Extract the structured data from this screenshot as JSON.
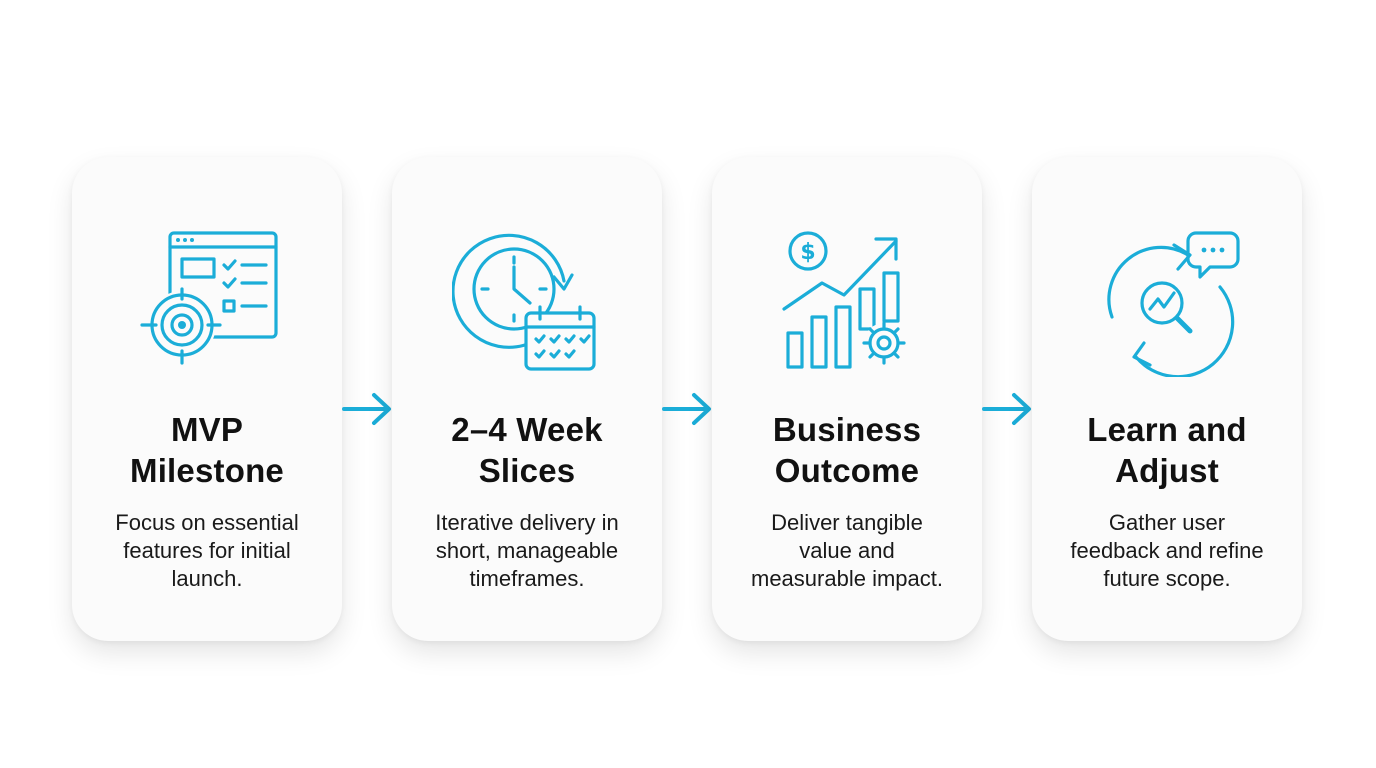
{
  "accent_color": "#1badd8",
  "steps": [
    {
      "icon": "target-checklist-icon",
      "title_lines": [
        "MVP",
        "Milestone"
      ],
      "desc_lines": [
        "Focus on essential",
        "features for initial",
        "launch."
      ]
    },
    {
      "icon": "clock-calendar-icon",
      "title_lines": [
        "2–4 Week",
        "Slices"
      ],
      "desc_lines": [
        "Iterative delivery in",
        "short, manageable",
        "timeframes."
      ]
    },
    {
      "icon": "growth-chart-icon",
      "title_lines": [
        "Business",
        "Outcome"
      ],
      "desc_lines": [
        "Deliver tangible",
        "value and",
        "measurable impact."
      ]
    },
    {
      "icon": "feedback-cycle-icon",
      "title_lines": [
        "Learn and",
        "Adjust"
      ],
      "desc_lines": [
        "Gather user",
        "feedback and refine",
        "future scope."
      ]
    }
  ],
  "connector_icon": "arrow-right-icon"
}
